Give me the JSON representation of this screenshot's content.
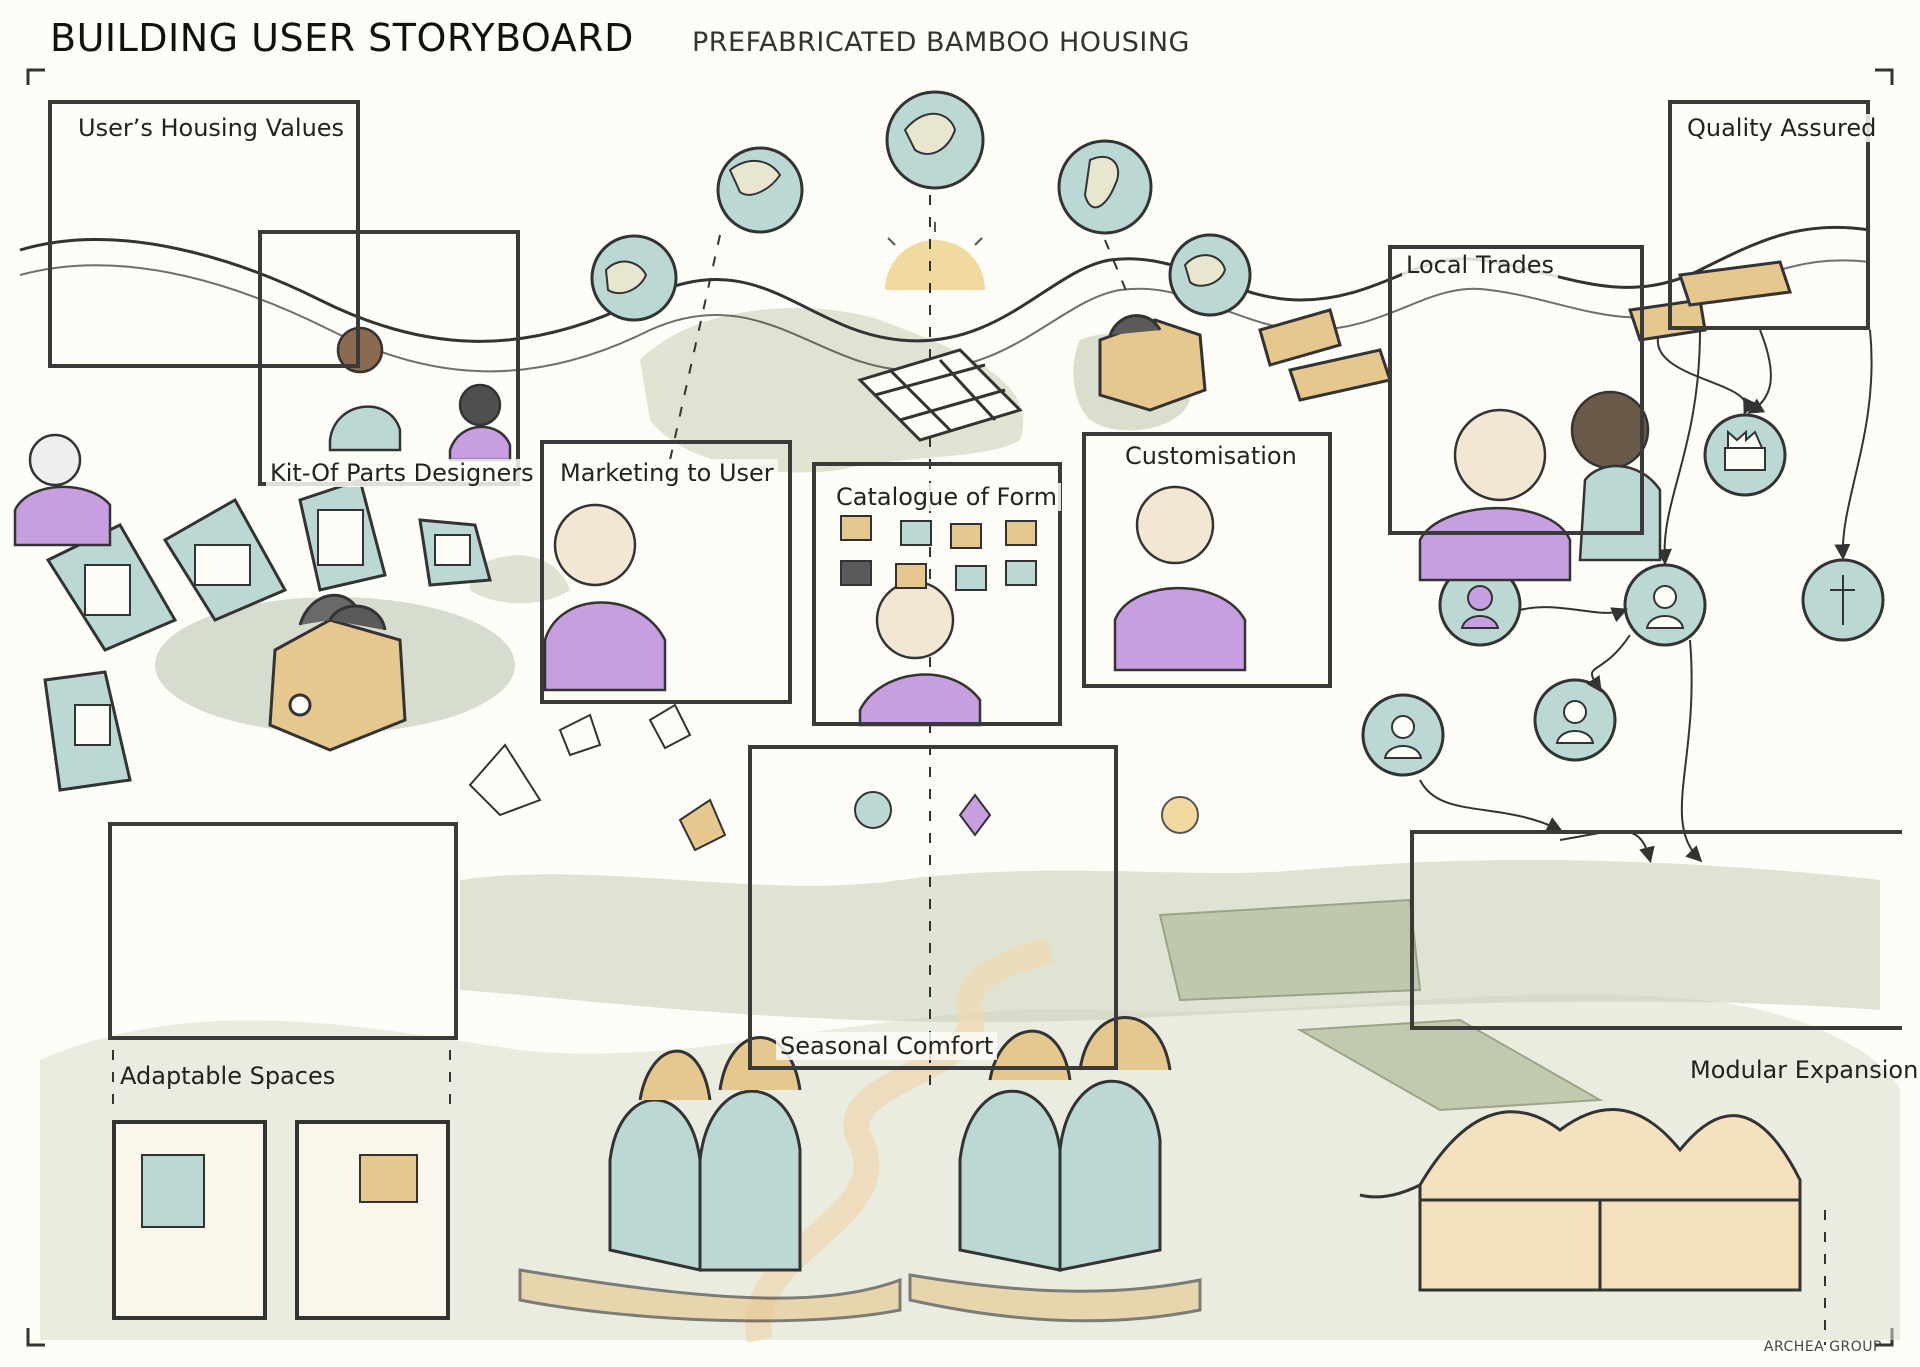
{
  "header": {
    "title": "BUILDING USER STORYBOARD",
    "subtitle": "PREFABRICATED BAMBOO HOUSING"
  },
  "panels": {
    "housing_values": "User’s Housing Values",
    "kit_of_parts": "Kit-Of Parts Designers",
    "marketing": "Marketing to User",
    "catalogue": "Catalogue of Form",
    "customisation": "Customisation",
    "local_trades": "Local Trades",
    "quality": "Quality Assured",
    "adaptable": "Adaptable Spaces",
    "seasonal": "Seasonal Comfort",
    "modular": "Modular Expansion"
  },
  "footer": {
    "credit": "ARCHEA GROUP"
  },
  "colors": {
    "paper": "#fdfcf7",
    "ink": "#2b2b2b",
    "lilac": "#c79ee0",
    "teal": "#b9d6d3",
    "sage": "#c9d2bb",
    "timber": "#e6c78e",
    "sun": "#f1d9a0"
  }
}
